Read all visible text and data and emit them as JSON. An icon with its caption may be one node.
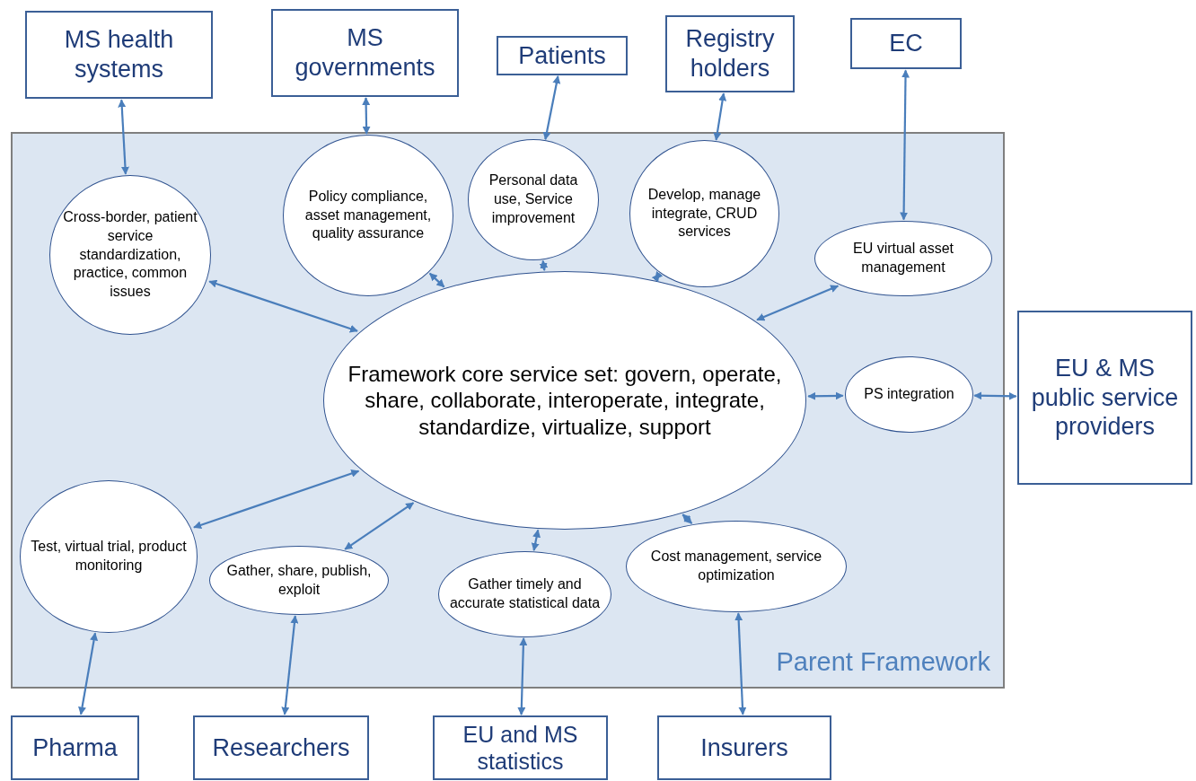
{
  "diagram": {
    "nodes": [
      {
        "text": [
          "MS health systems"
        ]
      },
      {
        "text": [
          "MS governments"
        ]
      },
      {
        "text": [
          "Patients"
        ]
      },
      {
        "text": [
          "Registry holders"
        ]
      },
      {
        "text": [
          "EC"
        ]
      },
      {
        "text": [
          "Parent Framework"
        ]
      },
      {
        "text": [
          "Cross-border, patient service standardization, practice, common issues"
        ],
        "in": 5
      },
      {
        "text": [
          "Policy compliance, asset management, quality assurance"
        ],
        "in": 5
      },
      {
        "text": [
          "Personal data use, Service improvement"
        ],
        "in": 5
      },
      {
        "text": [
          "Develop, manage integrate, CRUD services"
        ],
        "in": 5
      },
      {
        "text": [
          "EU virtual asset management"
        ],
        "in": 5
      },
      {
        "text": [
          "Framework core service set: govern, operate, share, collaborate, interoperate, integrate, standardize, virtualize, support"
        ],
        "in": 5
      },
      {
        "text": [
          "PS integration"
        ],
        "in": 5
      },
      {
        "text": [
          "Test, virtual trial, product monitoring"
        ],
        "in": 5
      },
      {
        "text": [
          "Gather, share, publish, exploit"
        ],
        "in": 5
      },
      {
        "text": [
          "Gather timely and accurate statistical data"
        ],
        "in": 5
      },
      {
        "text": [
          "Cost management, service optimization"
        ],
        "in": 5
      },
      {
        "text": [
          "EU & MS public service providers"
        ]
      },
      {
        "text": [
          "Pharma"
        ]
      },
      {
        "text": [
          "Researchers"
        ]
      },
      {
        "text": [
          "EU and MS statistics"
        ]
      },
      {
        "text": [
          "Insurers"
        ]
      }
    ],
    "edges": [
      {
        "from": 0,
        "to": 6,
        "arrow": "both"
      },
      {
        "from": 1,
        "to": 7,
        "arrow": "both"
      },
      {
        "from": 2,
        "to": 8,
        "arrow": "both"
      },
      {
        "from": 3,
        "to": 9,
        "arrow": "both"
      },
      {
        "from": 4,
        "to": 10,
        "arrow": "both"
      },
      {
        "from": 6,
        "to": 11,
        "arrow": "both"
      },
      {
        "from": 7,
        "to": 11,
        "arrow": "both"
      },
      {
        "from": 8,
        "to": 11,
        "arrow": "both"
      },
      {
        "from": 9,
        "to": 11,
        "arrow": "both"
      },
      {
        "from": 10,
        "to": 11,
        "arrow": "both"
      },
      {
        "from": 11,
        "to": 12,
        "arrow": "both"
      },
      {
        "from": 12,
        "to": 17,
        "arrow": "both"
      },
      {
        "from": 11,
        "to": 13,
        "arrow": "both"
      },
      {
        "from": 11,
        "to": 14,
        "arrow": "both"
      },
      {
        "from": 11,
        "to": 15,
        "arrow": "both"
      },
      {
        "from": 11,
        "to": 16,
        "arrow": "both"
      },
      {
        "from": 13,
        "to": 18,
        "arrow": "both"
      },
      {
        "from": 14,
        "to": 19,
        "arrow": "both"
      },
      {
        "from": 15,
        "to": 20,
        "arrow": "both"
      },
      {
        "from": 16,
        "to": 21,
        "arrow": "both"
      }
    ]
  }
}
